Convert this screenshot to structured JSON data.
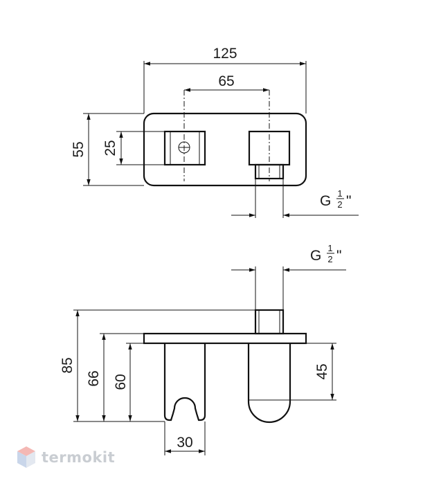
{
  "top_view": {
    "dim_overall_width": "125",
    "dim_center_spacing": "65",
    "dim_plate_height": "55",
    "dim_holder_height": "25",
    "thread_prefix": "G",
    "thread_num": "1",
    "thread_den": "2",
    "thread_suffix": "\""
  },
  "side_view": {
    "thread_prefix": "G",
    "thread_num": "1",
    "thread_den": "2",
    "thread_suffix": "\"",
    "dim_total_depth": "85",
    "dim_plate_to_holder_top": "66",
    "dim_holder_depth": "60",
    "dim_outlet_depth": "45",
    "dim_holder_width": "30"
  },
  "watermark": {
    "text": "termokit"
  }
}
